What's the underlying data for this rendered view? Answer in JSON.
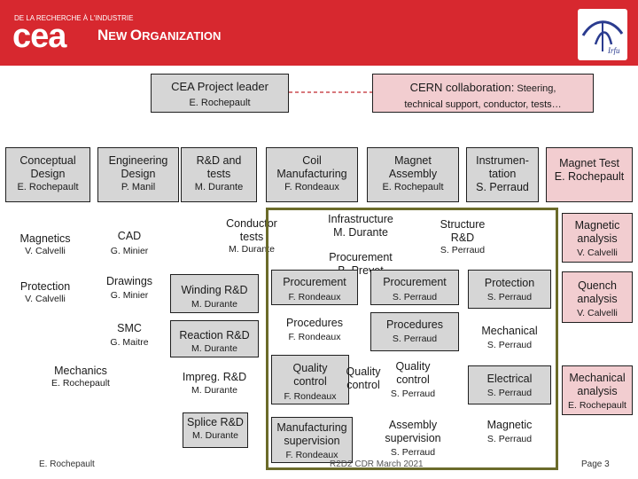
{
  "header": {
    "logo_small_text": "DE LA RECHERCHE À L'INDUSTRIE",
    "logo_text": "cea",
    "title_initial1": "N",
    "title_rest1": "EW ",
    "title_initial2": "O",
    "title_rest2": "RGANIZATION",
    "irfu_logo_text": "Irfu"
  },
  "top": {
    "leader_title": "CEA Project leader",
    "leader_name": "E. Rochepault",
    "cern_title": "CERN collaboration:",
    "cern_rest": " Steering,",
    "cern_line2": "technical support, conductor, tests…"
  },
  "columns": {
    "conceptual": {
      "title1": "Conceptual",
      "title2": "Design",
      "name": "E. Rochepault"
    },
    "engineering": {
      "title1": "Engineering",
      "title2": "Design",
      "name": "P. Manil"
    },
    "rd": {
      "title1": "R&D and",
      "title2": "tests",
      "name": "M. Durante"
    },
    "coil": {
      "title1": "Coil",
      "title2": "Manufacturing",
      "name": "F. Rondeaux"
    },
    "magnet_assembly": {
      "title1": "Magnet",
      "title2": "Assembly",
      "name": "E. Rochepault"
    },
    "instrumentation": {
      "title1": "Instrumen-",
      "title2": "tation",
      "name": "S. Perraud"
    },
    "magnet_test": {
      "title1": "Magnet Test",
      "name": "E. Rochepault"
    }
  },
  "items": {
    "magnetics": {
      "title": "Magnetics",
      "name": "V. Calvelli"
    },
    "protection": {
      "title": "Protection",
      "name": "V. Calvelli"
    },
    "mechanics": {
      "title": "Mechanics",
      "name": "E. Rochepault"
    },
    "cad": {
      "title": "CAD",
      "name": "G. Minier"
    },
    "drawings": {
      "title": "Drawings",
      "name": "G. Minier"
    },
    "smc": {
      "title": "SMC",
      "name": "G. Maitre"
    },
    "conductor_tests": {
      "title1": "Conductor",
      "title2": "tests",
      "name": "M. Durante"
    },
    "winding": {
      "title": "Winding R&D",
      "name": "M. Durante"
    },
    "reaction": {
      "title": "Reaction R&D",
      "name": "M. Durante"
    },
    "impreg": {
      "title": "Impreg. R&D",
      "name": "M. Durante"
    },
    "splice": {
      "title": "Splice R&D",
      "name": "M. Durante"
    },
    "infrastructure": {
      "title": "Infrastructure",
      "name": "M. Durante"
    },
    "procurement_overlay": {
      "title": "Procurement",
      "name": "B. Prevet"
    },
    "coil_procurement": {
      "title": "Procurement",
      "name": "F. Rondeaux"
    },
    "coil_procedures": {
      "title": "Procedures",
      "name": "F. Rondeaux"
    },
    "coil_quality": {
      "title1": "Quality",
      "title2": "control",
      "name": "F. Rondeaux"
    },
    "quality_overlay": {
      "title1": "Quality",
      "title2": "control"
    },
    "coil_manufacturing": {
      "title1": "Manufacturing",
      "title2": "supervision",
      "name": "F. Rondeaux"
    },
    "structure": {
      "title1": "Structure",
      "title2": "R&D",
      "name": "S. Perraud"
    },
    "asm_procurement": {
      "title": "Procurement",
      "name": "S. Perraud"
    },
    "asm_procedures": {
      "title": "Procedures",
      "name": "S. Perraud"
    },
    "asm_quality": {
      "title1": "Quality",
      "title2": "control",
      "name": "S. Perraud"
    },
    "asm_supervision": {
      "title1": "Assembly",
      "title2": "supervision",
      "name": "S. Perraud"
    },
    "inst_protection": {
      "title": "Protection",
      "name": "S. Perraud"
    },
    "inst_mechanical": {
      "title": "Mechanical",
      "name": "S. Perraud"
    },
    "inst_electrical": {
      "title": "Electrical",
      "name": "S. Perraud"
    },
    "inst_magnetic": {
      "title": "Magnetic",
      "name": "S. Perraud"
    },
    "magnetic_analysis": {
      "title1": "Magnetic",
      "title2": "analysis",
      "name": "V. Calvelli"
    },
    "quench_analysis": {
      "title1": "Quench",
      "title2": "analysis",
      "name": "V. Calvelli"
    },
    "mechanical_analysis": {
      "title1": "Mechanical",
      "title2": "analysis",
      "name": "E. Rochepault"
    }
  },
  "footer": {
    "author": "E. Rochepault",
    "center": "R2D2 CDR March 2021",
    "page": "Page 3"
  },
  "colors": {
    "header_red": "#d7282f",
    "grey_box": "#d6d6d6",
    "pink_box": "#f2cdd0",
    "frame_olive": "#6b6b2a"
  }
}
